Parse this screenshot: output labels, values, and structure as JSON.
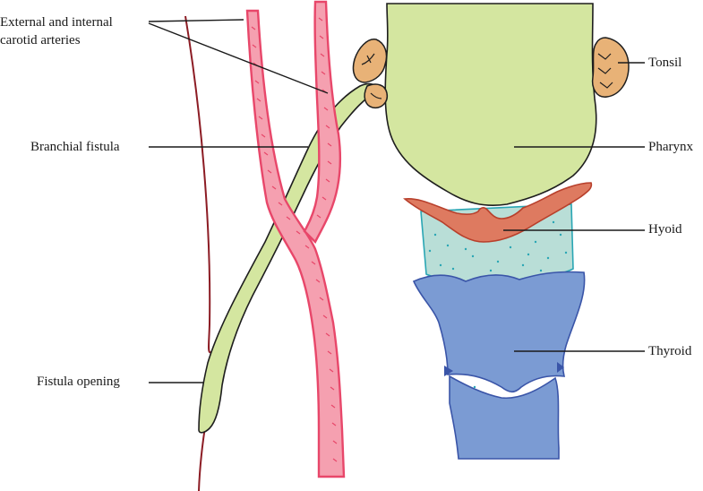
{
  "labels": {
    "carotid_line1": "External and internal",
    "carotid_line2": "carotid arteries",
    "branchial_fistula": "Branchial fistula",
    "fistula_opening": "Fistula opening",
    "tonsil": "Tonsil",
    "pharynx": "Pharynx",
    "hyoid": "Hyoid",
    "thyroid": "Thyroid"
  },
  "colors": {
    "pharynx_fill": "#d4e6a0",
    "tonsil_fill": "#e8b277",
    "artery_fill": "#f5a0b0",
    "artery_edge": "#e8476a",
    "hyoid_fill": "#de7a60",
    "hyoid_edge": "#b8402c",
    "trachea_fill": "#b9ded7",
    "trachea_dots": "#2aa6b4",
    "thyroid_fill": "#7b9bd3",
    "thyroid_edge": "#3a55a8",
    "skin_line": "#8c1c24"
  }
}
